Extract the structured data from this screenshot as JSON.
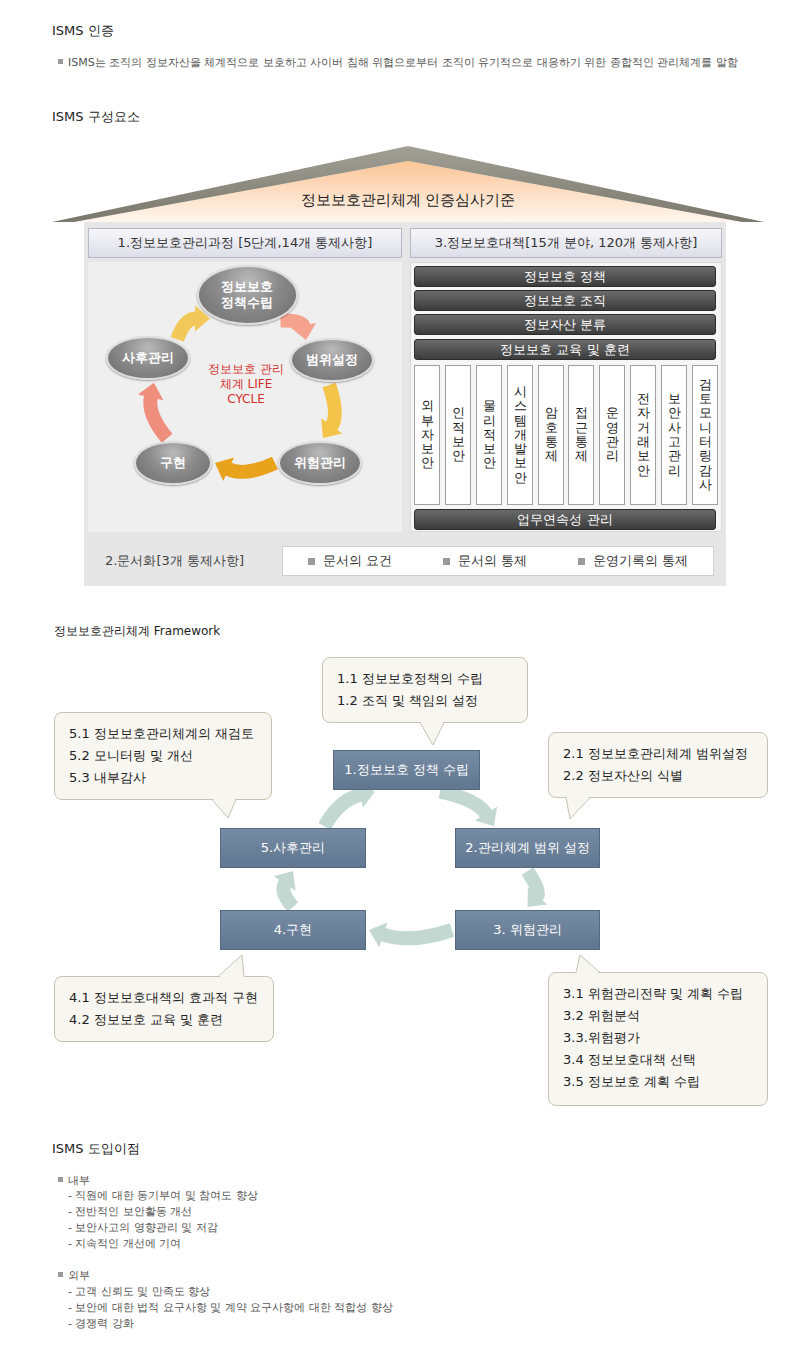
{
  "diagram": {
    "nodes": [
      {
        "text": [
          "정보보호관리체계 인증심사기준"
        ]
      },
      {
        "text": [
          "1.정보보호관리과정 [5단계,14개 통제사항]"
        ]
      },
      {
        "text": [
          "3.정보보호대책[15개 분야, 120개 통제사항]"
        ]
      },
      {
        "text": [
          "정보보호 관리체계 LIFE CYCLE"
        ]
      },
      {
        "text": [
          "정보보호 정책수립"
        ],
        "in": 3
      },
      {
        "text": [
          "범위설정"
        ],
        "in": 3
      },
      {
        "text": [
          "위험관리"
        ],
        "in": 3
      },
      {
        "text": [
          "구현"
        ],
        "in": 3
      },
      {
        "text": [
          "사후관리"
        ],
        "in": 3
      },
      {
        "text": [
          "정보보호 정책"
        ]
      },
      {
        "text": [
          "정보보호 조직"
        ]
      },
      {
        "text": [
          "정보자산 분류"
        ]
      },
      {
        "text": [
          "정보보호 교육 및 훈련"
        ]
      },
      {
        "text": [
          "외부자보안"
        ]
      },
      {
        "text": [
          "인적보안"
        ]
      },
      {
        "text": [
          "물리적보안"
        ]
      },
      {
        "text": [
          "시스템개발보안"
        ]
      },
      {
        "text": [
          "암호통제"
        ]
      },
      {
        "text": [
          "접근통제"
        ]
      },
      {
        "text": [
          "운영관리"
        ]
      },
      {
        "text": [
          "전자거래보안"
        ]
      },
      {
        "text": [
          "보안사고관리"
        ]
      },
      {
        "text": [
          "검토모니터링감사"
        ]
      },
      {
        "text": [
          "업무연속성 관리"
        ]
      },
      {
        "text": [
          "2.문서화[3개 통제사항]"
        ]
      },
      {
        "text": [
          "문서의 요건",
          "문서의 통제",
          "운영기록의 통제"
        ],
        "in": 24
      },
      {
        "text": [
          "1.정보보호 정책 수립"
        ]
      },
      {
        "text": [
          "2.관리체계 범위 설정"
        ]
      },
      {
        "text": [
          "3. 위험관리"
        ]
      },
      {
        "text": [
          "4.구현"
        ]
      },
      {
        "text": [
          "5.사후관리"
        ]
      },
      {
        "text": [
          "1.1 정보보호정책의 수립",
          "1.2 조직 및 책임의 설정"
        ]
      },
      {
        "text": [
          "5.1 정보보호관리체계의 재검토",
          "5.2 모니터링 및 개선",
          "5.3 내부감사"
        ]
      },
      {
        "text": [
          "2.1 정보보호관리체계 범위설정",
          "2.2 정보자산의 식별"
        ]
      },
      {
        "text": [
          "4.1 정보보호대책의 효과적 구현",
          "4.2 정보보호 교육 및 훈련"
        ]
      },
      {
        "text": [
          "3.1 위험관리전략 및 계획 수립",
          "3.2 위험분석",
          "3.3.위험평가",
          "3.4 정보보호대책 선택",
          "3.5 정보보호 계획 수립"
        ]
      }
    ],
    "edges": [
      {
        "from": 4,
        "to": 5,
        "arrow": "to"
      },
      {
        "from": 5,
        "to": 6,
        "arrow": "to"
      },
      {
        "from": 6,
        "to": 7,
        "arrow": "to"
      },
      {
        "from": 7,
        "to": 8,
        "arrow": "to"
      },
      {
        "from": 8,
        "to": 4,
        "arrow": "to"
      },
      {
        "from": 26,
        "to": 27,
        "arrow": "to"
      },
      {
        "from": 27,
        "to": 28,
        "arrow": "to"
      },
      {
        "from": 28,
        "to": 29,
        "arrow": "to"
      },
      {
        "from": 29,
        "to": 30,
        "arrow": "to"
      },
      {
        "from": 30,
        "to": 26,
        "arrow": "to"
      }
    ],
    "labels": [
      "ISMS 인증",
      "ISMS는 조직의 정보자산을 체계적으로 보호하고 사이버 침해 위협으로부터 조직이 유기적으로 대응하기 위한 종합적인 관리체계를 말함",
      "ISMS 구성요소",
      "정보보호관리체계 Framework",
      "ISMS 도입이점",
      "내부",
      "- 직원에 대한 동기부여 및 참여도 향상",
      "- 전반적인 보안활동 개선",
      "- 보안사고의 영향관리 및 저감",
      "- 지속적인 개선에 기여",
      "외부",
      "- 고객 신뢰도 및 만족도 향상",
      "- 보안에 대한 법적 요구사항 및 계약 요구사항에 대한 적합성 향상",
      "- 경쟁력 강화"
    ]
  }
}
